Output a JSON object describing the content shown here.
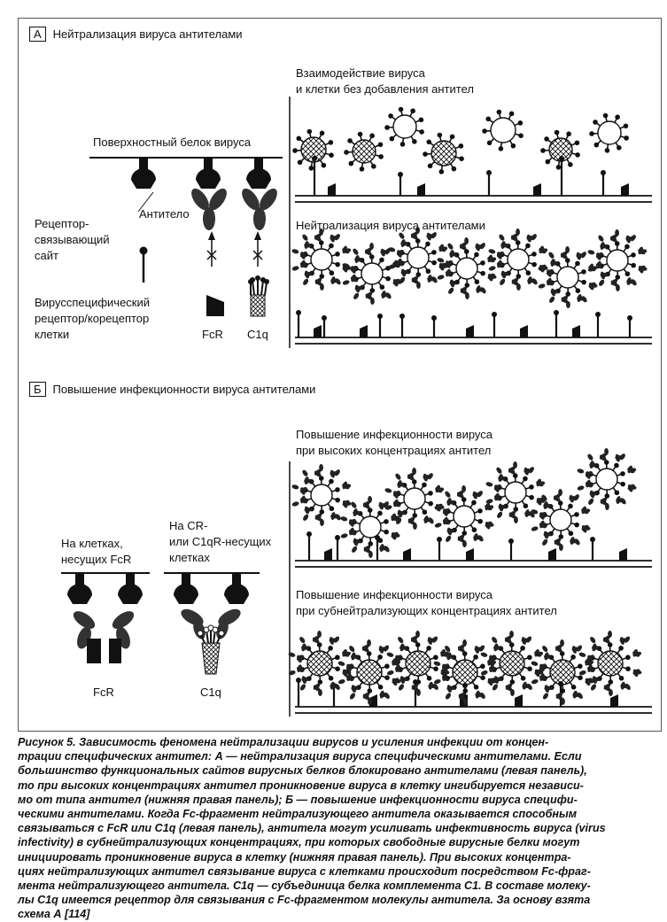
{
  "figure": {
    "sectionA": {
      "letter": "А",
      "title": "Нейтрализация вируса антителами",
      "left": {
        "surface_protein": "Поверхностный белок вируса",
        "receptor_site_line1": "Рецептор-",
        "receptor_site_line2": "связывающий",
        "receptor_site_line3": "сайт",
        "antibody": "Антитело",
        "cell_receptor_line1": "Вирусспецифический",
        "cell_receptor_line2": "рецептор/корецептор",
        "cell_receptor_line3": "клетки",
        "fcr": "FcR",
        "c1q": "C1q"
      },
      "panel1_line1": "Взаимодействие вируса",
      "panel1_line2": "и клетки без добавления антител",
      "panel2": "Нейтрализация вируса антителами"
    },
    "sectionB": {
      "letter": "Б",
      "title": "Повышение инфекционности вируса антителами",
      "left": {
        "fcr_cells_line1": "На клетках,",
        "fcr_cells_line2": "несущих FcR",
        "cr_cells_line1": "На CR-",
        "cr_cells_line2": "или C1qR-несущих",
        "cr_cells_line3": "клетках",
        "fcr": "FcR",
        "c1q": "C1q"
      },
      "panel3_line1": "Повышение инфекционности вируса",
      "panel3_line2": "при высоких концентрациях антител",
      "panel4_line1": "Повышение инфекционности вируса",
      "panel4_line2": "при субнейтрализующих концентрациях антител"
    }
  },
  "caption": {
    "lines": [
      "Рисунок 5. Зависимость феномена нейтрализации вирусов и усиления инфекции от концен-",
      "трации специфических антител: А — нейтрализация вируса специфическими антителами. Если",
      "большинство функциональных сайтов вирусных белков блокировано антителами (левая панель),",
      "то при высоких концентрациях антител проникновение вируса в клетку ингибируется независи-",
      "мо от типа антител (нижняя правая панель); Б — повышение инфекционности вируса специфи-",
      "ческими антителами. Когда Fc-фрагмент нейтрализующего антитела оказывается способным",
      "связываться с FcR или C1q (левая панель), антитела могут усиливать инфективность вируса (virus",
      "infectivity) в субнейтрализующих концентрациях, при которых свободные вирусные белки могут",
      "инициировать проникновение вируса в клетку (нижняя правая панель). При высоких концентра-",
      "циях нейтрализующих антител связывание вируса с клетками происходит посредством Fc-фраг-",
      "мента нейтрализующего антитела. C1q — субъединица белка комплемента C1. В составе молеку-",
      "лы C1q имеется рецептор для связывания с Fc-фрагментом молекулы антитела. За основу взята",
      "схема А [114]"
    ]
  }
}
